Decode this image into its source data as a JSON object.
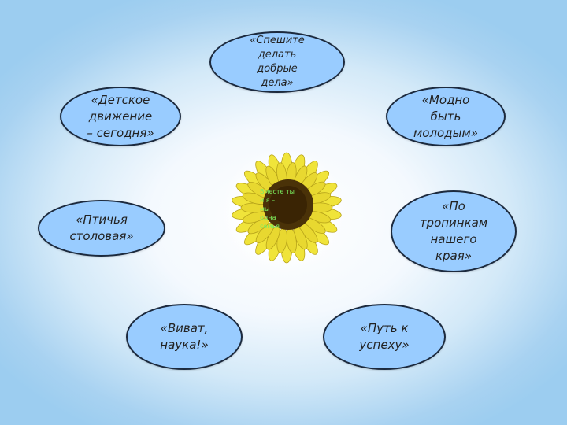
{
  "bubbles": {
    "top": "«Спешите\nделать\nдобрые\nдела»",
    "top_left": "«Детское\nдвижение\n– сегодня»",
    "top_right": "«Модно\nбыть\nмолодым»",
    "middle_left": "«Птичья\nстоловая»",
    "middle_right": "«По\nтропинкам\nнашего\nкрая»",
    "bottom_left": "«Виват,\nнаука!»",
    "bottom_right": "«Путь к\nуспеху»"
  },
  "center": {
    "icon": "sunflower-icon",
    "text": "Вместе ты\n и я –\nмы\n одна\n семья"
  },
  "colors": {
    "bubble_fill": "#99ccff",
    "bubble_border": "#1c2a3e",
    "petal": "#f0e43a",
    "flower_center": "#4a3208"
  }
}
